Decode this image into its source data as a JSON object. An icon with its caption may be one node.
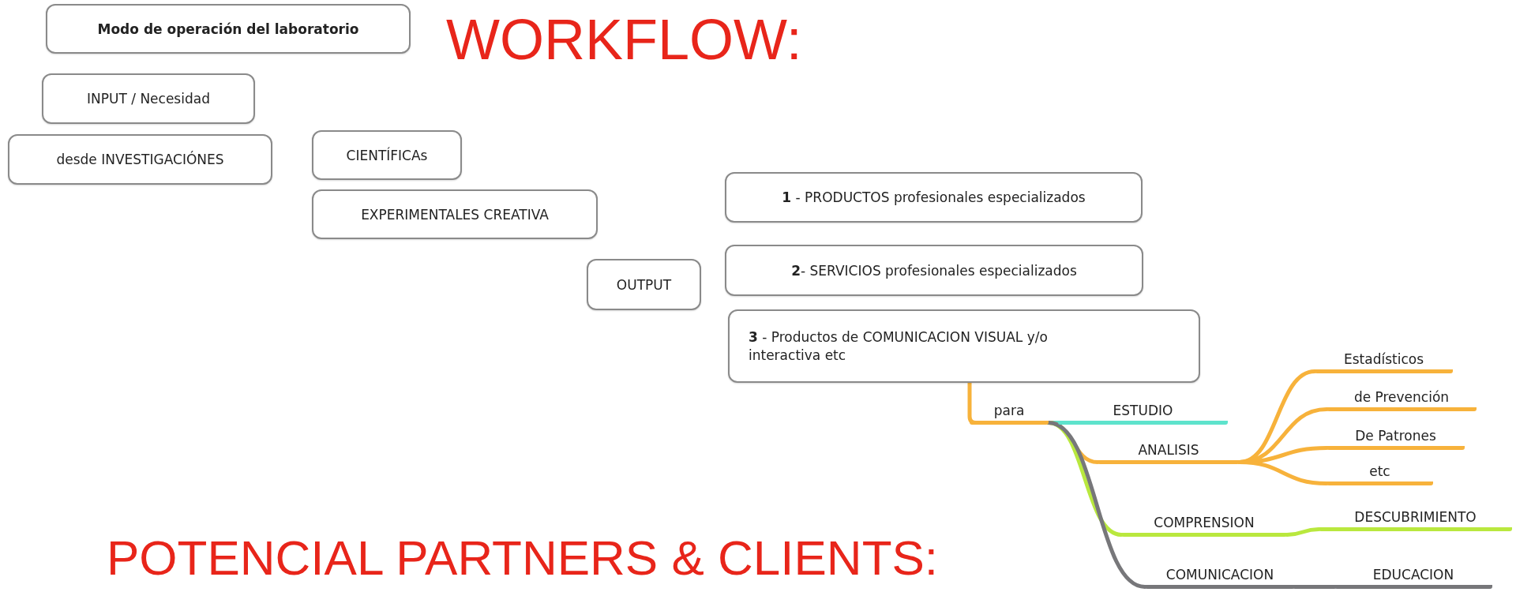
{
  "diagram": {
    "title": "WORKFLOW:",
    "nodes": [
      {
        "text": [
          "Modo de operación del laboratorio"
        ]
      },
      {
        "text": [
          "INPUT / Necesidad"
        ]
      },
      {
        "text": [
          "desde  INVESTIGACIÓNES"
        ]
      },
      {
        "text": [
          "CIENTÍFICAs"
        ]
      },
      {
        "text": [
          "EXPERIMENTALES CREATIVA"
        ]
      },
      {
        "text": [
          "OUTPUT"
        ]
      },
      {
        "text": [
          "**1** - PRODUCTOS profesionales especializados"
        ]
      },
      {
        "text": [
          "**2**- SERVICIOS profesionales especializados"
        ]
      },
      {
        "text": [
          "**3** - Productos de COMUNICACION VISUAL y/o interactiva etc"
        ]
      },
      {
        "text": [
          "para"
        ]
      },
      {
        "text": [
          "ESTUDIO"
        ]
      },
      {
        "text": [
          "ANALISIS"
        ]
      },
      {
        "text": [
          "Estadísticos"
        ]
      },
      {
        "text": [
          "de Prevención"
        ]
      },
      {
        "text": [
          "De Patrones"
        ]
      },
      {
        "text": [
          "etc"
        ]
      },
      {
        "text": [
          "COMPRENSION"
        ]
      },
      {
        "text": [
          "DESCUBRIMIENTO"
        ]
      },
      {
        "text": [
          "COMUNICACION"
        ]
      },
      {
        "text": [
          "EDUCACION"
        ]
      }
    ],
    "edges": [
      {
        "from": 8,
        "to": 9,
        "arrow": "none"
      },
      {
        "from": 9,
        "to": 10,
        "arrow": "none",
        "color": "#5ee3cc"
      },
      {
        "from": 9,
        "to": 11,
        "arrow": "none"
      },
      {
        "from": 9,
        "to": 16,
        "arrow": "none",
        "color": "#b9e83e"
      },
      {
        "from": 9,
        "to": 18,
        "arrow": "none",
        "color": "#77777a"
      },
      {
        "from": 11,
        "to": 12,
        "arrow": "none"
      },
      {
        "from": 11,
        "to": 13,
        "arrow": "none"
      },
      {
        "from": 11,
        "to": 14,
        "arrow": "none"
      },
      {
        "from": 11,
        "to": 15,
        "arrow": "none"
      },
      {
        "from": 16,
        "to": 17,
        "arrow": "none",
        "color": "#b9e83e"
      },
      {
        "from": 18,
        "to": 19,
        "arrow": "none",
        "color": "#77777a"
      }
    ],
    "labels": [
      "POTENCIAL PARTNERS & CLIENTS:"
    ]
  }
}
